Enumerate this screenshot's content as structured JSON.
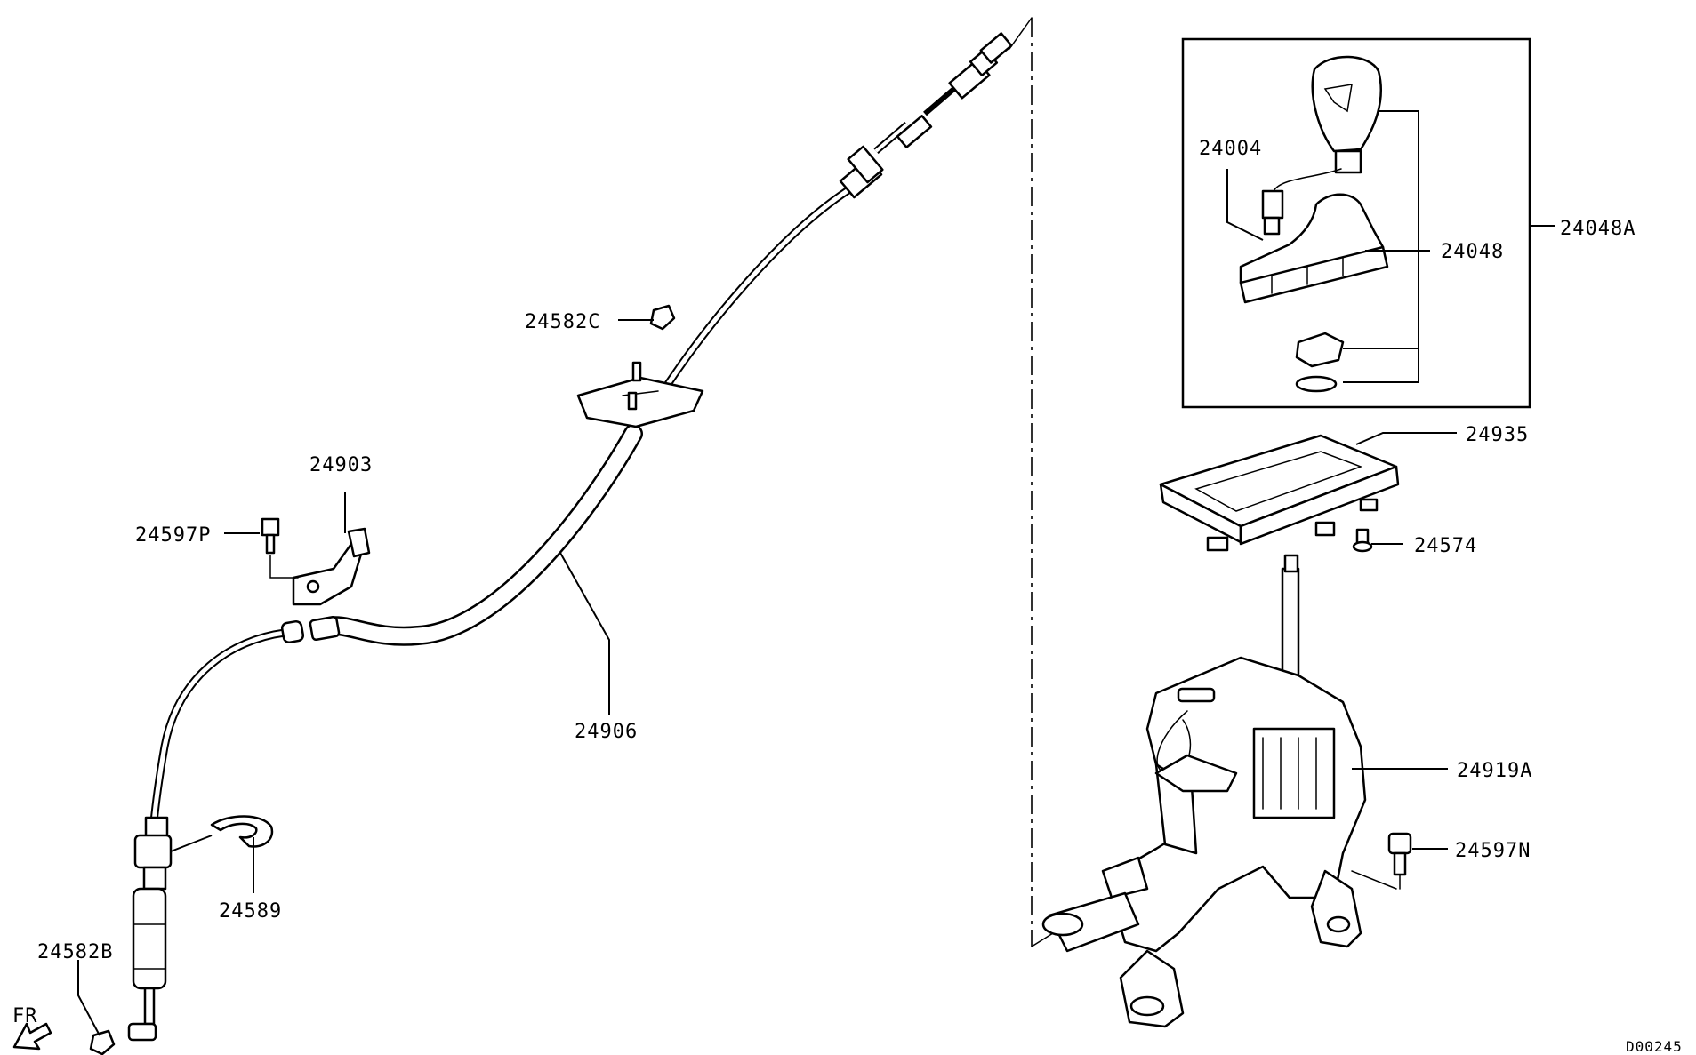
{
  "diagram": {
    "reference_code": "D00245",
    "direction_label": "FR",
    "parts": [
      {
        "id": "24004",
        "label": "24004"
      },
      {
        "id": "24048",
        "label": "24048"
      },
      {
        "id": "24048A",
        "label": "24048A"
      },
      {
        "id": "24935",
        "label": "24935"
      },
      {
        "id": "24574",
        "label": "24574"
      },
      {
        "id": "24919A",
        "label": "24919A"
      },
      {
        "id": "24597N",
        "label": "24597N"
      },
      {
        "id": "24582C",
        "label": "24582C"
      },
      {
        "id": "24903",
        "label": "24903"
      },
      {
        "id": "24597P",
        "label": "24597P"
      },
      {
        "id": "24906",
        "label": "24906"
      },
      {
        "id": "24589",
        "label": "24589"
      },
      {
        "id": "24582B",
        "label": "24582B"
      }
    ]
  }
}
